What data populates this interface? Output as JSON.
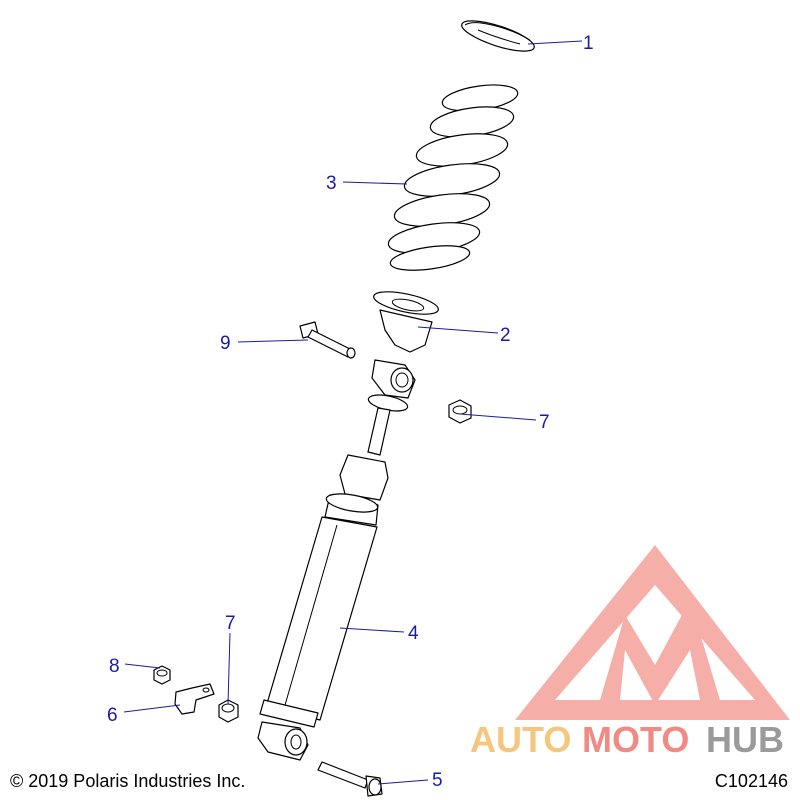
{
  "callouts": [
    {
      "id": "c1",
      "label": "1"
    },
    {
      "id": "c2",
      "label": "2"
    },
    {
      "id": "c3",
      "label": "3"
    },
    {
      "id": "c4",
      "label": "4"
    },
    {
      "id": "c5",
      "label": "5"
    },
    {
      "id": "c6",
      "label": "6"
    },
    {
      "id": "c7a",
      "label": "7"
    },
    {
      "id": "c7b",
      "label": "7"
    },
    {
      "id": "c8",
      "label": "8"
    },
    {
      "id": "c9",
      "label": "9"
    }
  ],
  "watermark": {
    "text_auto": "AUTO",
    "text_moto": "MOTO",
    "text_hub": "HUB",
    "colors": {
      "auto": "#f5c77e",
      "moto": "#f08a82",
      "hub": "#9a9a9a",
      "logo": "#f0807a"
    }
  },
  "footer": {
    "copyright": "© 2019 Polaris Industries Inc.",
    "diagram_id": "C102146"
  },
  "colors": {
    "callout": "#1a1aa8"
  }
}
